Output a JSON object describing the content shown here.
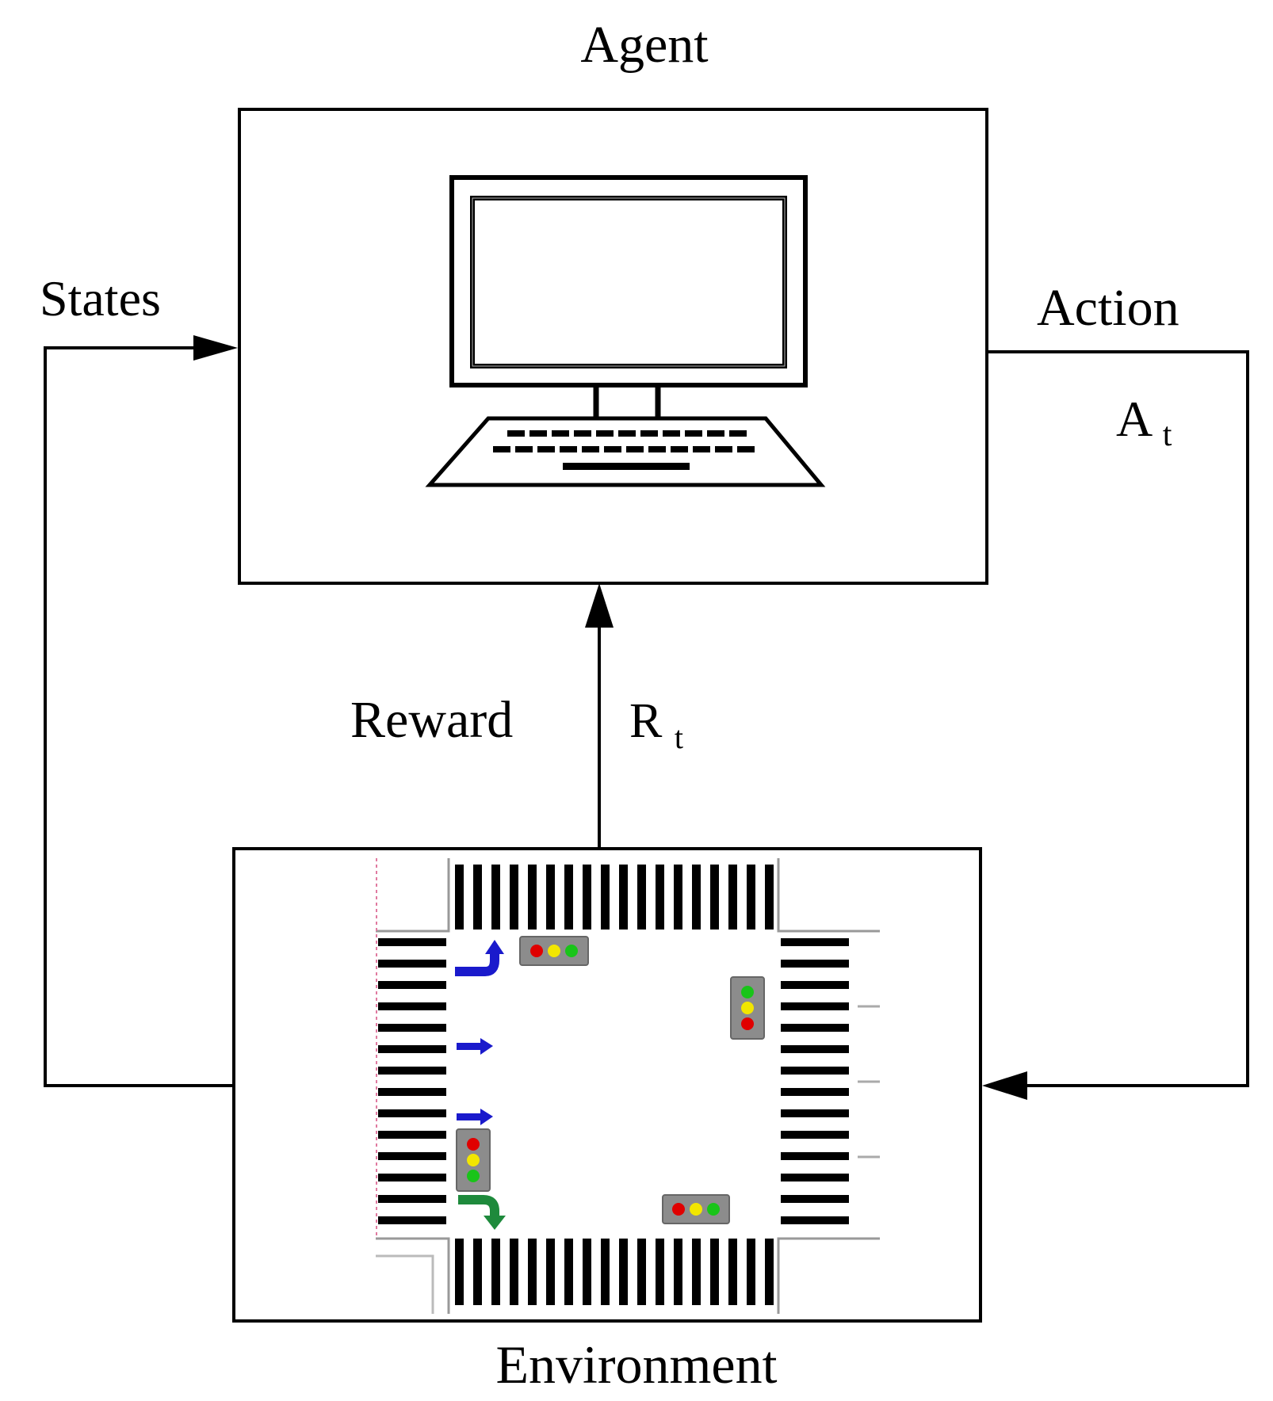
{
  "labels": {
    "agent": "Agent",
    "environment": "Environment",
    "states": "States",
    "action": "Action",
    "action_symbol": "A",
    "action_subscript": "t",
    "reward": "Reward",
    "reward_symbol": "R",
    "reward_subscript": "t"
  },
  "colors": {
    "line": "#000000",
    "turn_arrow_left": "#1a1acc",
    "straight_arrow": "#1a1acc",
    "turn_arrow_right": "#1e8a3c",
    "signal_red": "#e00000",
    "signal_yellow": "#f2e600",
    "signal_green": "#19c419",
    "signal_housing": "#8c8c8c"
  },
  "icons": [
    "computer-icon",
    "intersection-icon",
    "traffic-light-icon"
  ]
}
